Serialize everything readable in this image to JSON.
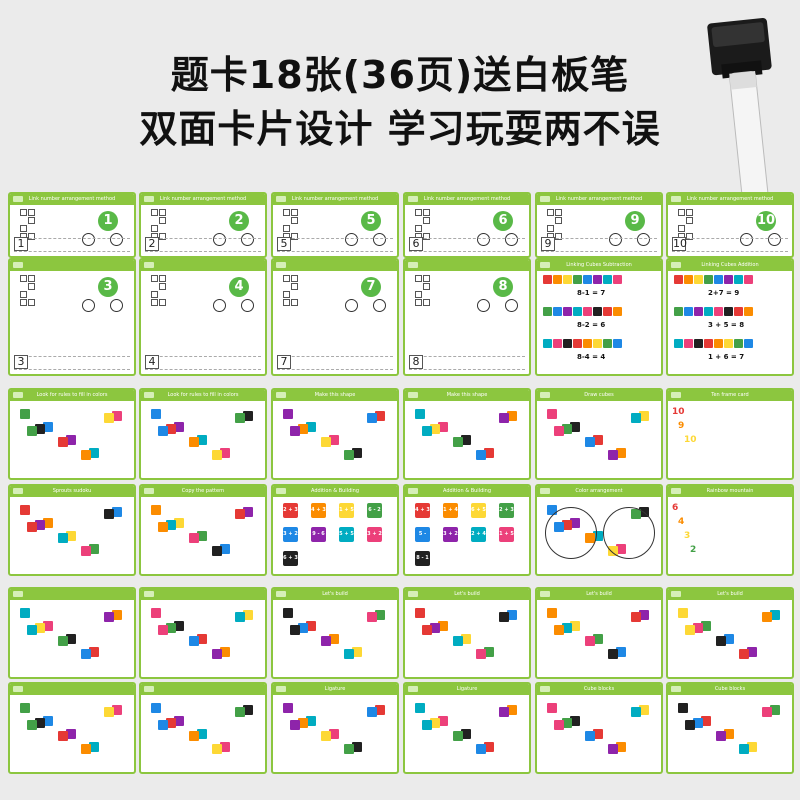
{
  "headline": {
    "line1": "题卡18张(36页)送白板笔",
    "line2": "双面卡片设计 学习玩耍两不误"
  },
  "colors": {
    "card_border": "#8cc63f",
    "accent_green": "#59b947",
    "cube_colors": [
      "#e53935",
      "#fb8c00",
      "#fdd835",
      "#43a047",
      "#1e88e5",
      "#8e24aa",
      "#00acc1",
      "#ec407a",
      "#212121"
    ]
  },
  "icons": [
    "whiteboard-marker-icon"
  ],
  "cards": [
    {
      "title": "Link number arrangement method",
      "number": "1",
      "write": "1"
    },
    {
      "title": "Link number arrangement method",
      "number": "2",
      "write": "2"
    },
    {
      "title": "Link number arrangement method",
      "number": "5",
      "write": "5"
    },
    {
      "title": "Link number arrangement method",
      "number": "6",
      "write": "6"
    },
    {
      "title": "Link number arrangement method",
      "number": "9",
      "write": "9"
    },
    {
      "title": "Link number arrangement method",
      "number": "10",
      "write": "10"
    },
    {
      "title": "",
      "number": "3",
      "write": "3"
    },
    {
      "title": "",
      "number": "4",
      "write": "4"
    },
    {
      "title": "",
      "number": "7",
      "write": "7"
    },
    {
      "title": "",
      "number": "8",
      "write": "8"
    },
    {
      "title": "Linking Cubes Subtraction",
      "equations": [
        "8-1 = 7",
        "8-2 = 6",
        "8-4 = 4"
      ]
    },
    {
      "title": "Linking Cubes Addition",
      "equations": [
        "2+7 = 9",
        "3 + 5 = 8",
        "1 + 6 = 7"
      ]
    },
    {
      "title": "Look for rules to fill in colors"
    },
    {
      "title": "Look for rules to fill in colors"
    },
    {
      "title": "Make this shape"
    },
    {
      "title": "Make this shape"
    },
    {
      "title": "Draw cubes"
    },
    {
      "title": "Ten frame card",
      "digits": [
        "10",
        "9",
        "10"
      ]
    },
    {
      "title": "Sprouts sudoku"
    },
    {
      "title": "Copy the pattern"
    },
    {
      "title": "Addition & Building",
      "sums": [
        "2 + 3",
        "4 + 3",
        "1 + 5",
        "6 - 2",
        "3 + 2",
        "9 - 6",
        "5 + 5",
        "3 + 2",
        "6 + 3"
      ]
    },
    {
      "title": "Addition & Building",
      "sums": [
        "4 + 3",
        "1 + 4",
        "6 + 5",
        "2 + 3",
        "5 -",
        "3 + 2",
        "2 + 4",
        "1 + 5",
        "8 - 1"
      ]
    },
    {
      "title": "Color arrangement"
    },
    {
      "title": "Rainbow mountain",
      "digits": [
        "6",
        "4",
        "3",
        "2"
      ]
    },
    {
      "title": ""
    },
    {
      "title": ""
    },
    {
      "title": "Let's build"
    },
    {
      "title": "Let's build"
    },
    {
      "title": "Let's build"
    },
    {
      "title": "Let's build"
    },
    {
      "title": ""
    },
    {
      "title": ""
    },
    {
      "title": "Ligature"
    },
    {
      "title": "Ligature"
    },
    {
      "title": "Cube blocks"
    },
    {
      "title": "Cube blocks"
    }
  ]
}
